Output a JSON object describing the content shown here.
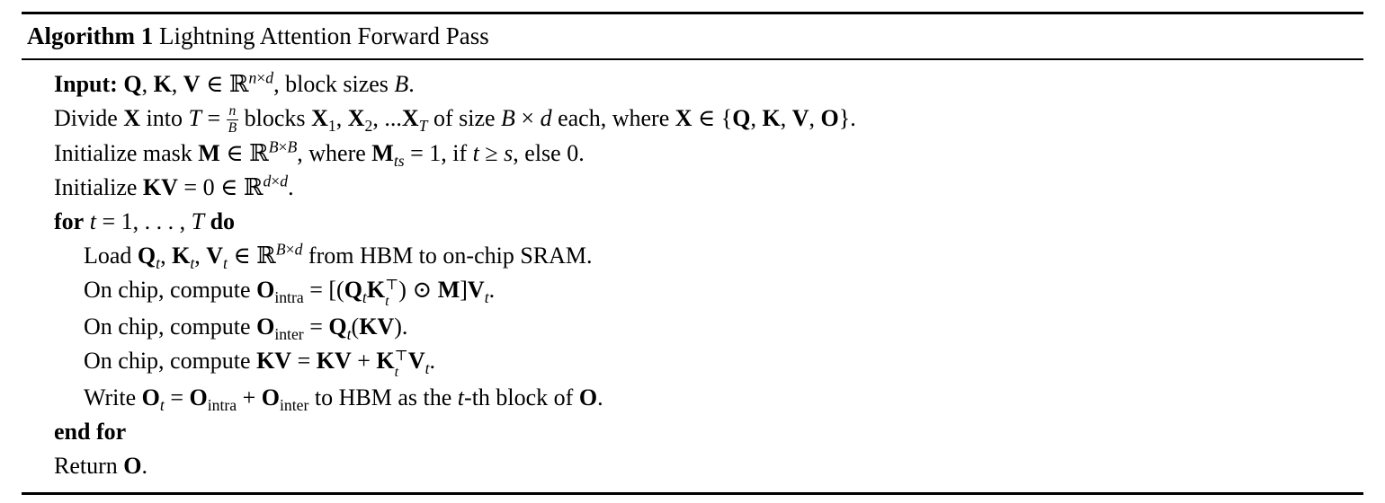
{
  "colors": {
    "background": "#ffffff",
    "text": "#000000",
    "rule": "#000000"
  },
  "algorithm": {
    "label": "Algorithm 1",
    "title": "Lightning Attention Forward Pass",
    "lines": [
      {
        "indent": 0,
        "html": "<b>Input:</b> <b>Q</b>, <b>K</b>, <b>V</b> ∈ ℝ<sup><i>n</i>×<i>d</i></sup>, block sizes <i>B</i>."
      },
      {
        "indent": 0,
        "html": "Divide <b>X</b> into <i>T</i> = <span class='frac'><span class='num'><i>n</i></span><span class='den'><i>B</i></span></span> blocks <b>X</b><sub>1</sub>, <b>X</b><sub>2</sub>, ...<b>X</b><sub><i>T</i></sub> of size <i>B</i> × <i>d</i> each, where <b>X</b> ∈ {<b>Q</b>, <b>K</b>, <b>V</b>, <b>O</b>}."
      },
      {
        "indent": 0,
        "html": "Initialize mask <b>M</b> ∈ ℝ<sup><i>B</i>×<i>B</i></sup>, where <b>M</b><sub><i>ts</i></sub> = 1, if <i>t</i> ≥ <i>s</i>, else 0."
      },
      {
        "indent": 0,
        "html": "Initialize <b>KV</b> = 0 ∈ ℝ<sup><i>d</i>×<i>d</i></sup>."
      },
      {
        "indent": 0,
        "html": "<b>for</b> <i>t</i> = 1, . . . , <i>T</i> <b>do</b>"
      },
      {
        "indent": 1,
        "html": "Load <b>Q</b><sub><i>t</i></sub>, <b>K</b><sub><i>t</i></sub>, <b>V</b><sub><i>t</i></sub> ∈ ℝ<sup><i>B</i>×<i>d</i></sup> from HBM to on-chip SRAM."
      },
      {
        "indent": 1,
        "html": "On chip, compute <b>O</b><sub>intra</sub> = [(<b>Q</b><sub><i>t</i></sub><b>K</b><span class='ms'><span>⊤</span><span><i>t</i></span></span>) ⊙ <b>M</b>]<b>V</b><sub><i>t</i></sub>."
      },
      {
        "indent": 1,
        "html": "On chip, compute <b>O</b><sub>inter</sub> = <b>Q</b><sub><i>t</i></sub>(<b>KV</b>)."
      },
      {
        "indent": 1,
        "html": "On chip, compute <b>KV</b> = <b>KV</b> + <b>K</b><span class='ms'><span>⊤</span><span><i>t</i></span></span><b>V</b><sub><i>t</i></sub>."
      },
      {
        "indent": 1,
        "html": "Write <b>O</b><sub><i>t</i></sub> = <b>O</b><sub>intra</sub> + <b>O</b><sub>inter</sub> to HBM as the <i>t</i>-th block of <b>O</b>."
      },
      {
        "indent": 0,
        "html": "<b>end for</b>"
      },
      {
        "indent": 0,
        "html": "Return <b>O</b>."
      }
    ]
  }
}
